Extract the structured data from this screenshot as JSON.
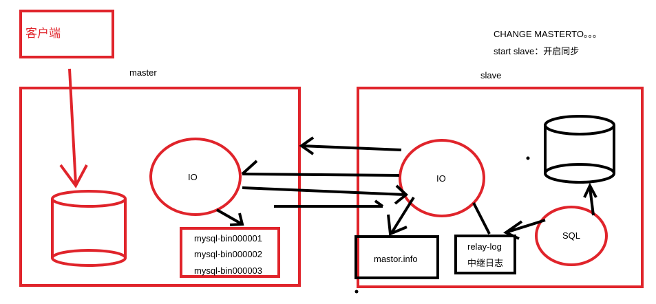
{
  "colors": {
    "red": "#e0242b",
    "black": "#000000",
    "background": "#ffffff"
  },
  "client": {
    "label": "客户端"
  },
  "master": {
    "title": "master",
    "io_label": "IO",
    "binlogs": [
      "mysql-bin000001",
      "mysql-bin000002",
      "mysql-bin000003"
    ]
  },
  "slave": {
    "title": "slave",
    "io_label": "IO",
    "sql_label": "SQL",
    "master_info_label": "mastor.info",
    "relay_log_label": "relay-log",
    "relay_log_sub": "中继日志"
  },
  "notes": [
    "CHANGE MASTERTO。。。",
    "start slave：开启同步"
  ]
}
